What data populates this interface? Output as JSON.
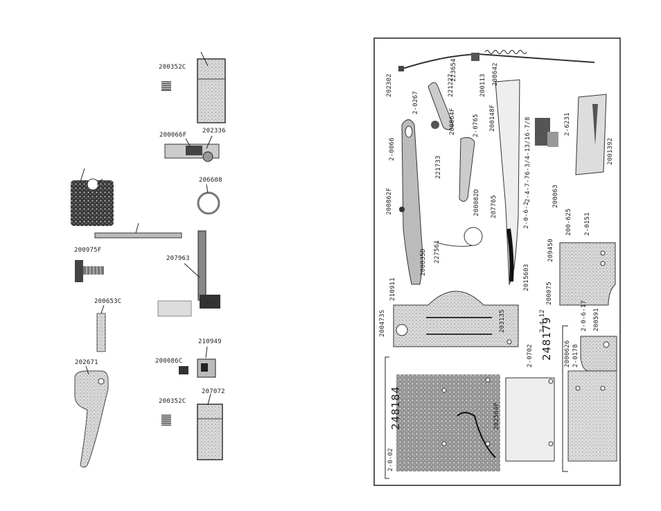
{
  "left_page": {
    "parts": [
      {
        "id": "p1",
        "number": "200352C"
      },
      {
        "id": "p2",
        "number": "200066F"
      },
      {
        "id": "p3",
        "number": "202336"
      },
      {
        "id": "p4",
        "number": "206608"
      },
      {
        "id": "p5",
        "number": "200975F"
      },
      {
        "id": "p6",
        "number": "207963"
      },
      {
        "id": "p7",
        "number": "200653C"
      },
      {
        "id": "p8",
        "number": "210949"
      },
      {
        "id": "p9",
        "number": "202671"
      },
      {
        "id": "p10",
        "number": "200086C"
      },
      {
        "id": "p11",
        "number": "207072"
      },
      {
        "id": "p12",
        "number": "200352C"
      }
    ]
  },
  "right_page": {
    "parts": [
      {
        "id": "r1",
        "number": "202302"
      },
      {
        "id": "r2",
        "number": "223654"
      },
      {
        "id": "r3",
        "number": "221227"
      },
      {
        "id": "r4",
        "number": "200113"
      },
      {
        "id": "r5",
        "number": "208642"
      },
      {
        "id": "r6",
        "number": "2-0267"
      },
      {
        "id": "r7",
        "number": "200864F"
      },
      {
        "id": "r8",
        "number": "2-0765"
      },
      {
        "id": "r9",
        "number": "200148F"
      },
      {
        "id": "r10",
        "number": "2-6231"
      },
      {
        "id": "r11",
        "number": "2001392"
      },
      {
        "id": "r12",
        "number": "2-0066"
      },
      {
        "id": "r13",
        "number": "221733"
      },
      {
        "id": "r14",
        "number": "2-4-7-76-3/4-13/16-7/8"
      },
      {
        "id": "r15",
        "number": "200862F"
      },
      {
        "id": "r16",
        "number": "200082D"
      },
      {
        "id": "r17",
        "number": "207765"
      },
      {
        "id": "r18",
        "number": "200063"
      },
      {
        "id": "r19",
        "number": "2-0-6-2"
      },
      {
        "id": "r20",
        "number": "227561"
      },
      {
        "id": "r21",
        "number": "200-625"
      },
      {
        "id": "r22",
        "number": "2-0151"
      },
      {
        "id": "r23",
        "number": "200835D"
      },
      {
        "id": "r24",
        "number": "209450"
      },
      {
        "id": "r25",
        "number": "210911"
      },
      {
        "id": "r26",
        "number": "2015603"
      },
      {
        "id": "r27",
        "number": "200075"
      },
      {
        "id": "r28",
        "number": "200473S"
      },
      {
        "id": "r29",
        "number": "203135"
      },
      {
        "id": "r30",
        "number": "2-4-12"
      },
      {
        "id": "r31",
        "number": "2-0-6-17"
      },
      {
        "id": "r32",
        "number": "200591"
      },
      {
        "id": "r33",
        "number": "2-0702"
      },
      {
        "id": "r34",
        "number": "2000626"
      },
      {
        "id": "r35",
        "number": "2-0178"
      },
      {
        "id": "r36",
        "number": "202564P"
      },
      {
        "id": "r37",
        "number": "2-0-02"
      }
    ],
    "assembly_numbers": {
      "upper": "248179",
      "lower": "248184"
    }
  }
}
